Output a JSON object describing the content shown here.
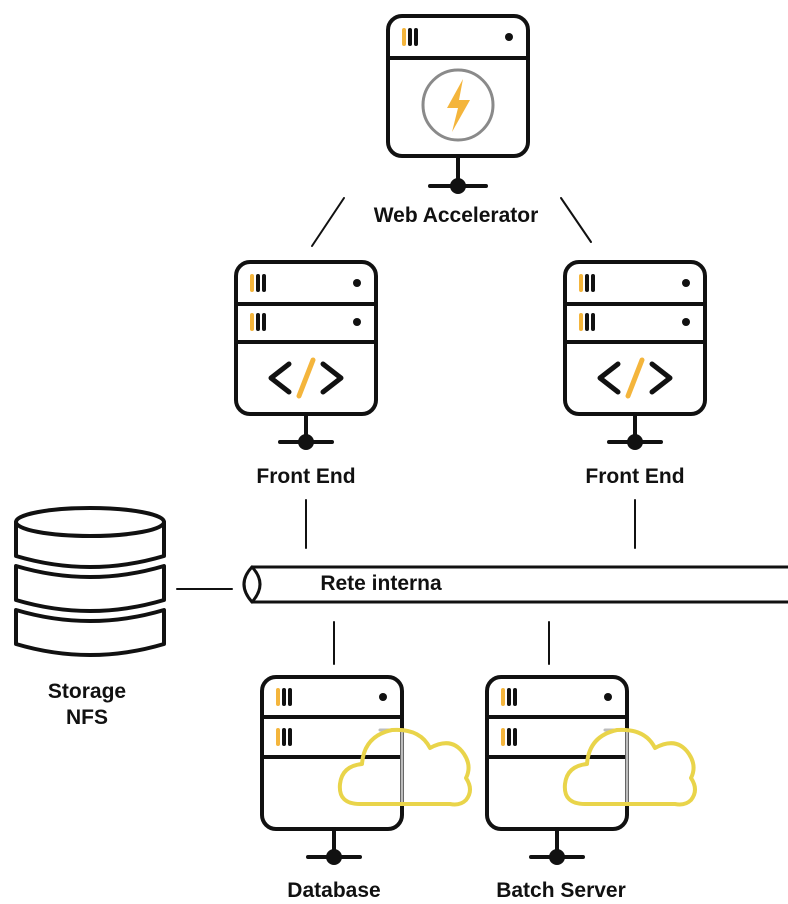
{
  "colors": {
    "stroke": "#111111",
    "accent": "#f4b53c",
    "lightning_ring": "#8a8a8a",
    "cloud": "#e9d44a",
    "cloud_inner": "#bdbdbd",
    "background": "#ffffff"
  },
  "nodes": {
    "web_accelerator": {
      "label": "Web Accelerator",
      "icon": "lightning-icon"
    },
    "front_end_left": {
      "label": "Front End",
      "icon": "code-icon"
    },
    "front_end_right": {
      "label": "Front End",
      "icon": "code-icon"
    },
    "storage": {
      "label_line1": "Storage",
      "label_line2": "NFS",
      "icon": "database-stack-icon"
    },
    "network": {
      "label": "Rete interna"
    },
    "database": {
      "label": "Database",
      "icon": "cloud-icon"
    },
    "batch_server": {
      "label": "Batch Server",
      "icon": "cloud-icon"
    }
  }
}
